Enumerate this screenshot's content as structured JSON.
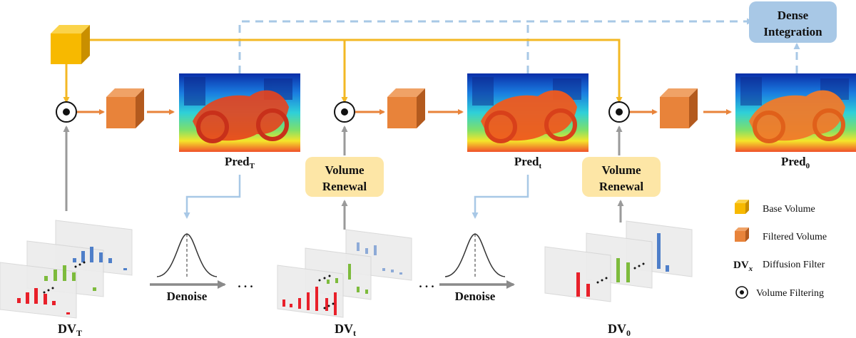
{
  "colors": {
    "base_volume": "#f7b900",
    "filtered_volume": "#e8833a",
    "flow_yellow": "#f3b824",
    "flow_orange": "#e8833a",
    "flow_gray": "#9a9a9a",
    "flow_blue": "#a8c8e6",
    "renewal_fill": "#fde6a6",
    "dense_fill": "#a8c8e6",
    "bar_red": "#e8202a",
    "bar_green": "#7dbb3c",
    "bar_blue": "#4f7fc9"
  },
  "boxes": {
    "dense_integration": [
      "Dense",
      "Integration"
    ],
    "volume_renewal": [
      "Volume",
      "Renewal"
    ]
  },
  "predictions": {
    "pred_T": {
      "base": "Pred",
      "sub": "T"
    },
    "pred_t": {
      "base": "Pred",
      "sub": "t"
    },
    "pred_0": {
      "base": "Pred",
      "sub": "0"
    }
  },
  "filters": {
    "dv_T": {
      "base": "DV",
      "sub": "T"
    },
    "dv_t": {
      "base": "DV",
      "sub": "t"
    },
    "dv_0": {
      "base": "DV",
      "sub": "0"
    }
  },
  "steps": {
    "denoise": "Denoise",
    "ellipsis": ". . ."
  },
  "legend": {
    "base_volume": "Base Volume",
    "filtered_volume": "Filtered Volume",
    "diffusion_filter_symbol": {
      "base": "DV",
      "sub": "x"
    },
    "diffusion_filter": "Diffusion Filter",
    "volume_filtering": "Volume Filtering"
  }
}
